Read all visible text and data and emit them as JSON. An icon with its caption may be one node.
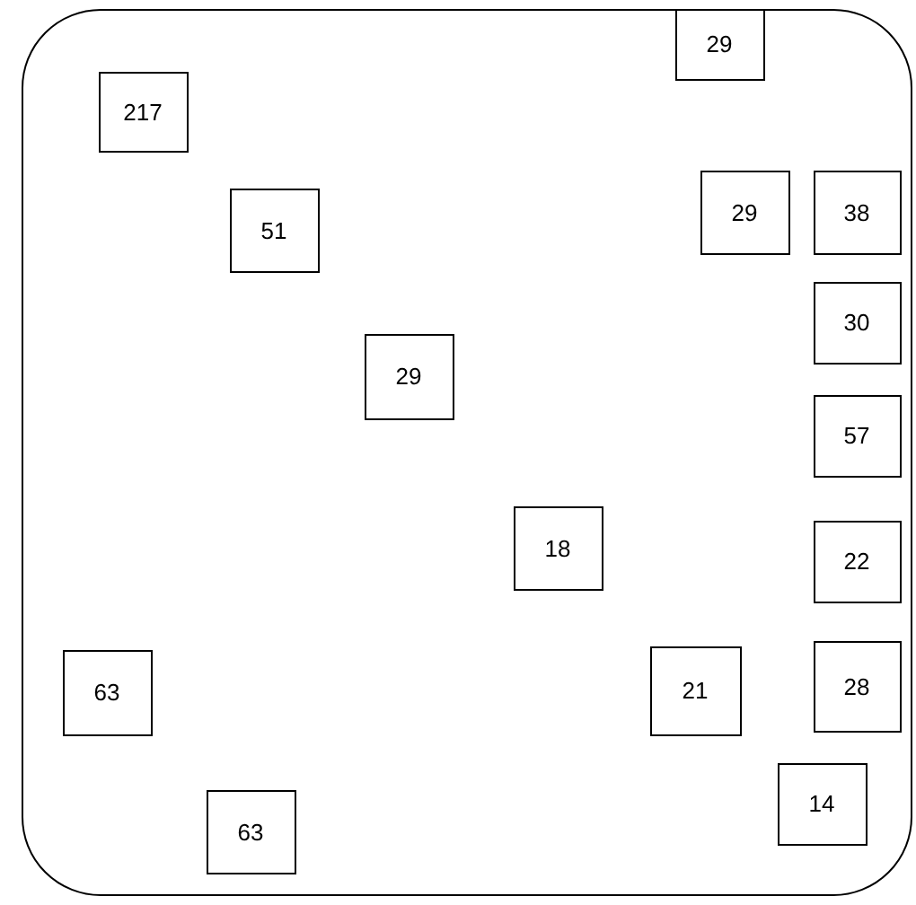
{
  "diagram": {
    "nodes": [
      {
        "text": [],
        "shape": "box"
      },
      {
        "text": [
          "217"
        ],
        "in": 0
      },
      {
        "text": [
          "29"
        ],
        "in": 0
      },
      {
        "text": [
          "51"
        ],
        "in": 0
      },
      {
        "text": [
          "29"
        ],
        "in": 0
      },
      {
        "text": [
          "38"
        ],
        "in": 0
      },
      {
        "text": [
          "30"
        ],
        "in": 0
      },
      {
        "text": [
          "29"
        ],
        "in": 0
      },
      {
        "text": [
          "57"
        ],
        "in": 0
      },
      {
        "text": [
          "18"
        ],
        "in": 0
      },
      {
        "text": [
          "22"
        ],
        "in": 0
      },
      {
        "text": [
          "63"
        ],
        "in": 0
      },
      {
        "text": [
          "21"
        ],
        "in": 0
      },
      {
        "text": [
          "28"
        ],
        "in": 0
      },
      {
        "text": [
          "14"
        ],
        "in": 0
      },
      {
        "text": [
          "63"
        ],
        "in": 0
      }
    ]
  }
}
